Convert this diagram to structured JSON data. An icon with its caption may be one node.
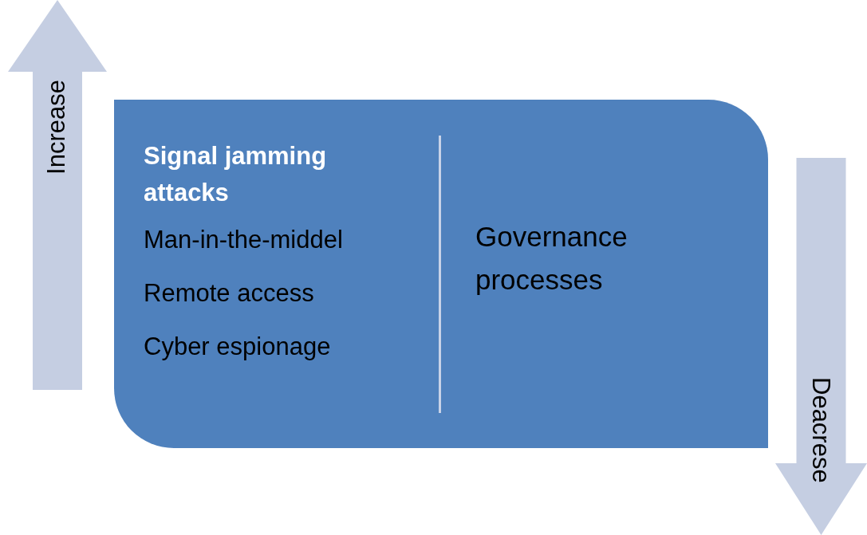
{
  "diagram": {
    "nodes": [
      {
        "text": [
          "Increase"
        ]
      },
      {
        "text": [
          "Signal jamming attacks",
          "Man-in-the-middel",
          "Remote access",
          "Cyber espionage",
          "Governance processes"
        ]
      },
      {
        "text": [
          "Deacrese"
        ]
      }
    ]
  }
}
